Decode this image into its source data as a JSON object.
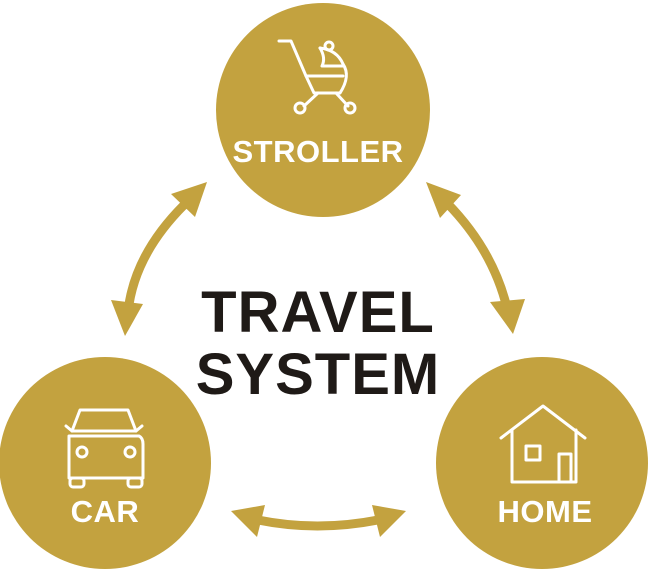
{
  "colors": {
    "gold": "#c3a23f",
    "text_dark": "#1f1a17",
    "white": "#ffffff"
  },
  "center": {
    "line1": "TRAVEL",
    "line2": "SYSTEM"
  },
  "nodes": {
    "stroller": {
      "label": "STROLLER",
      "icon": "stroller-icon"
    },
    "car": {
      "label": "CAR",
      "icon": "car-icon"
    },
    "home": {
      "label": "HOME",
      "icon": "house-icon"
    }
  },
  "connectors": [
    "stroller-car",
    "stroller-home",
    "car-home"
  ]
}
